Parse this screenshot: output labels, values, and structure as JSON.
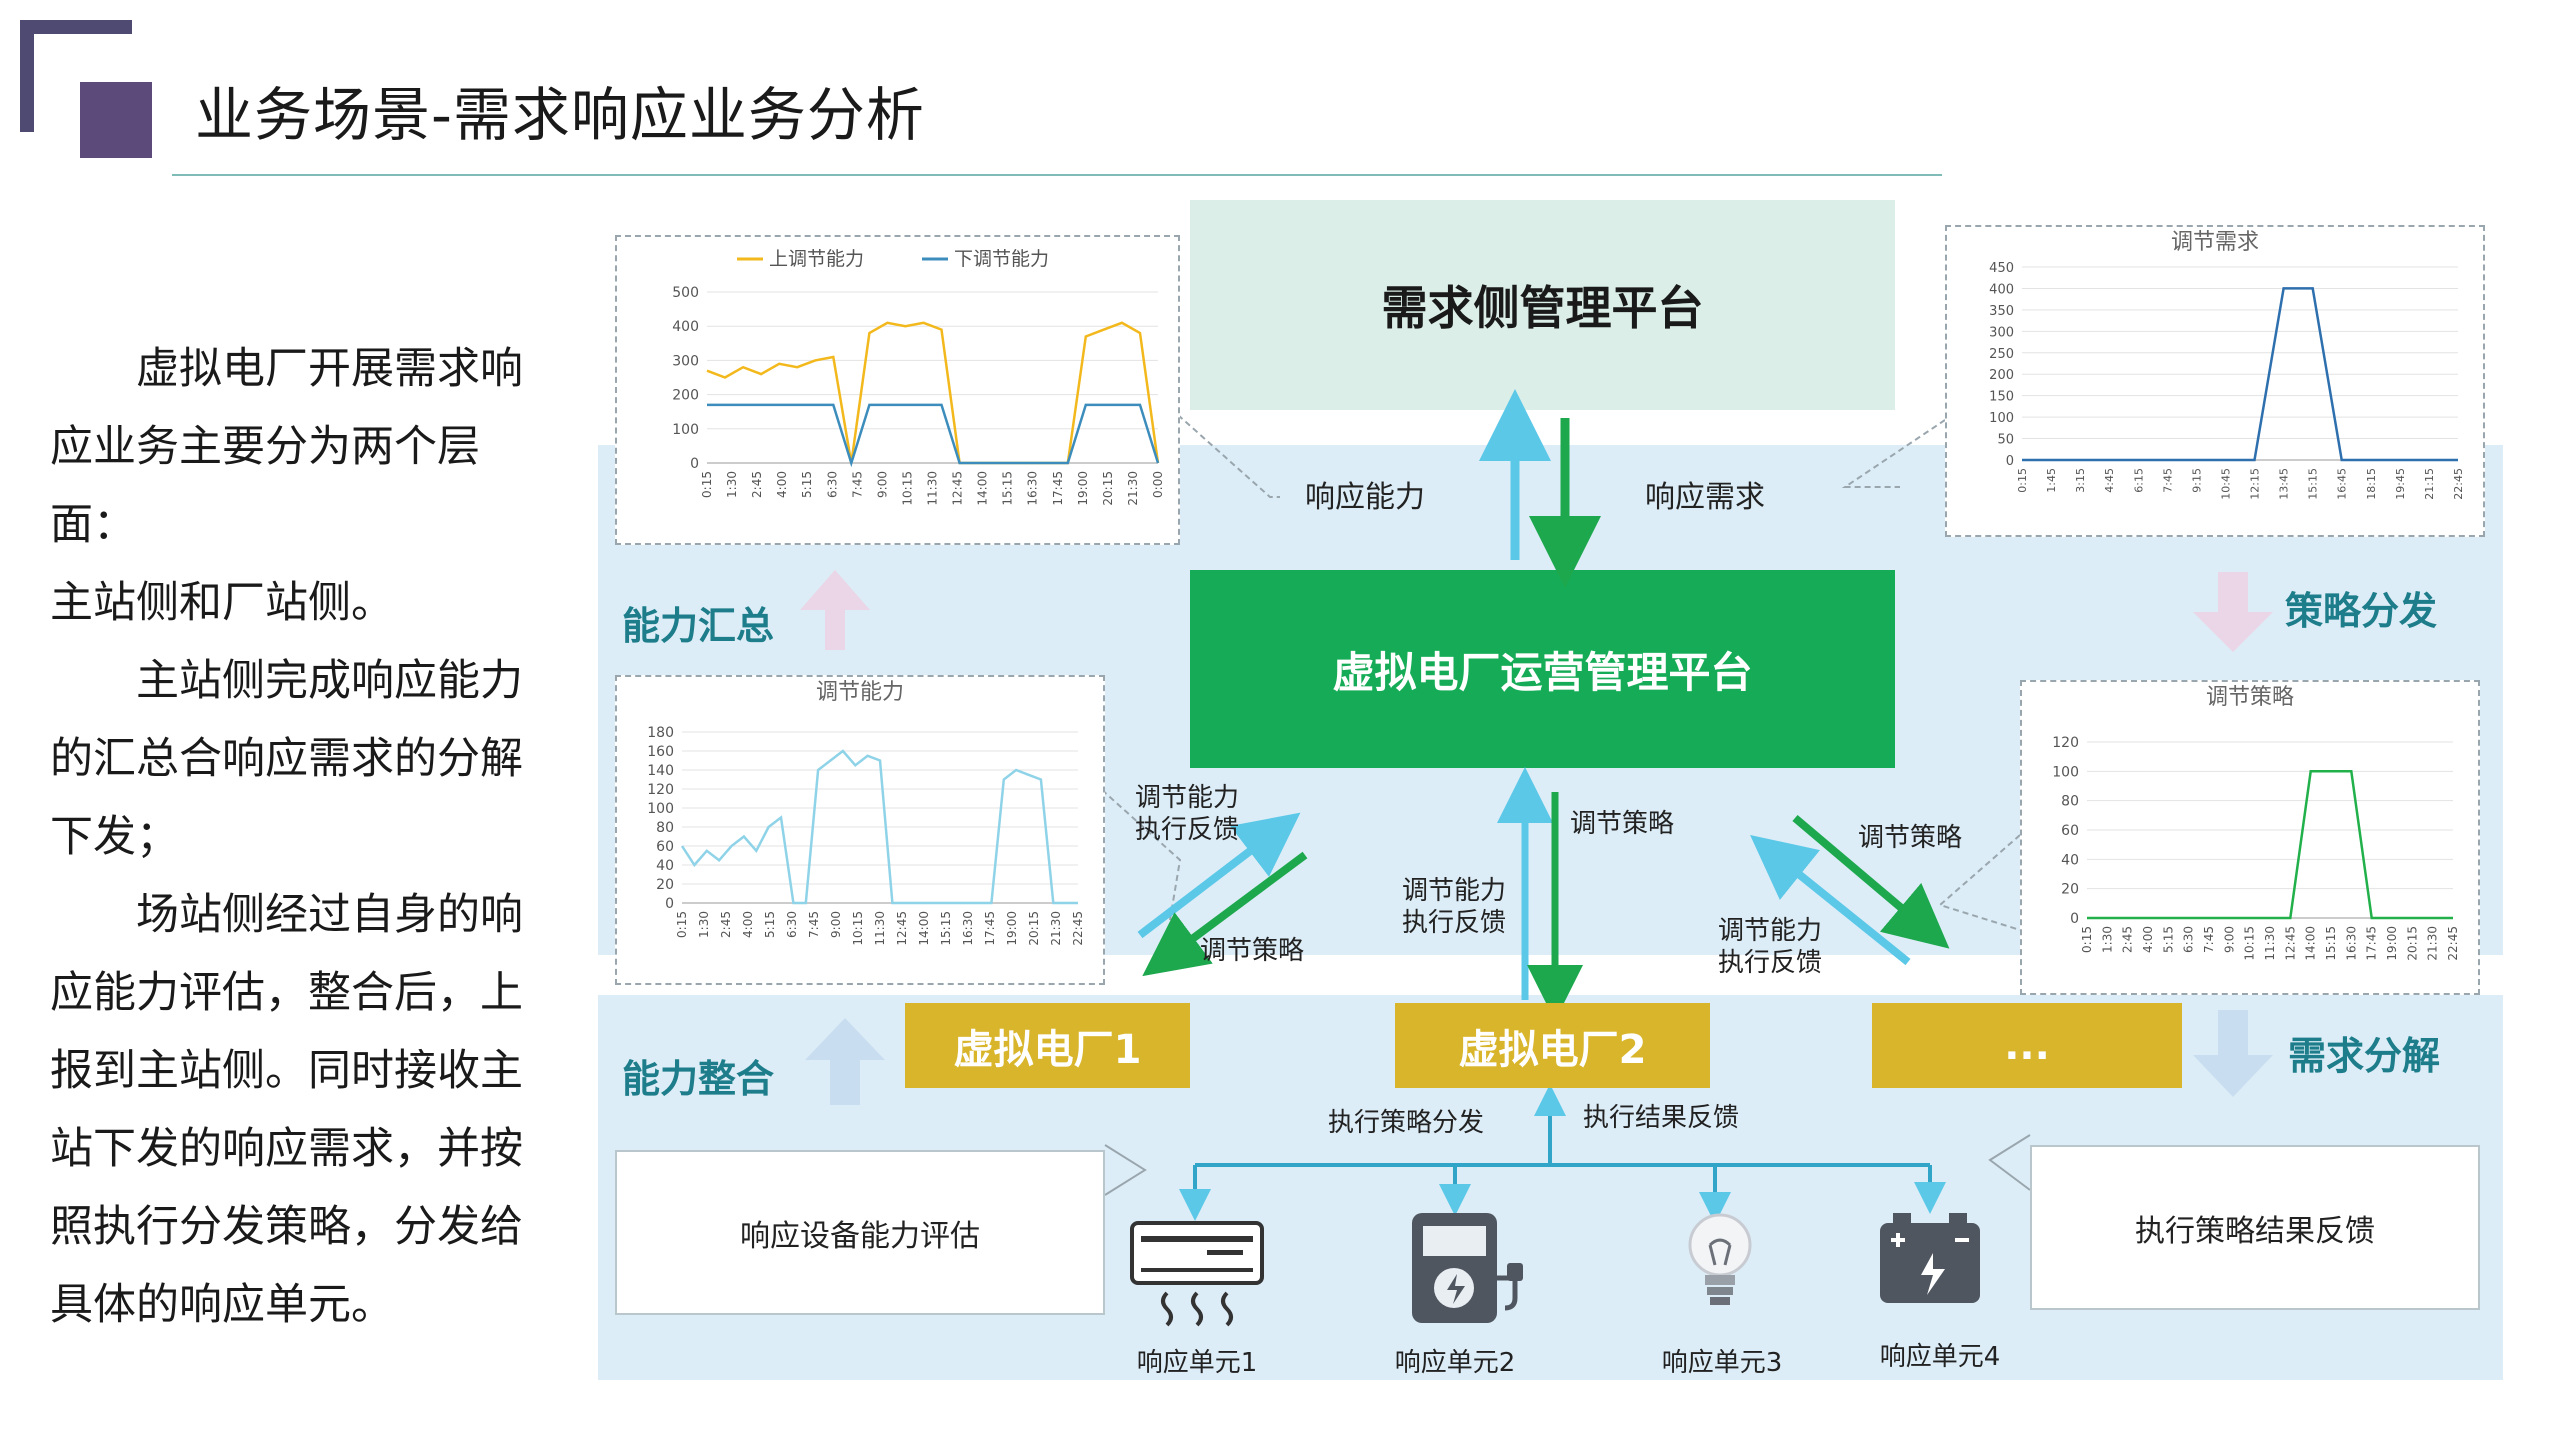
{
  "header": {
    "title": "业务场景-需求响应业务分析"
  },
  "sidebar": {
    "paragraphs": [
      "　　虚拟电厂开展需求响应业务主要分为两个层面：主站侧和厂站侧。",
      "　　主站侧完成响应能力的汇总合响应需求的分解下发；",
      "　　场站侧经过自身的响应能力评估，整合后，上报到主站侧。同时接收主站下发的响应需求，并按照执行分发策略，分发给具体的响应单元。"
    ],
    "lines": [
      "　　虚拟电厂开展需求响",
      "应业务主要分为两个层面：",
      "主站侧和厂站侧。",
      "　　主站侧完成响应能力",
      "的汇总合响应需求的分解",
      "下发；",
      "　　场站侧经过自身的响",
      "应能力评估，整合后，上",
      "报到主站侧。同时接收主",
      "站下发的响应需求，并按",
      "照执行分发策略，分发给",
      "具体的响应单元。"
    ]
  },
  "platforms": {
    "top": "需求侧管理平台",
    "middle": "虚拟电厂运营管理平台"
  },
  "flows": {
    "response_capacity": "响应能力",
    "response_demand": "响应需求",
    "capacity_summary": "能力汇总",
    "strategy_dispatch": "策略分发",
    "capacity_integration": "能力整合",
    "demand_decompose": "需求分解",
    "left_arrow_feedback": [
      "调节能力",
      "执行反馈"
    ],
    "left_arrow_strategy": "调节策略",
    "center_feedback": [
      "调节能力",
      "执行反馈"
    ],
    "center_strategy": "调节策略",
    "right_strategy": "调节策略",
    "right_feedback": [
      "调节能力",
      "执行反馈"
    ],
    "exec_dispatch": "执行策略分发",
    "exec_result": "执行结果反馈"
  },
  "vpps": [
    "虚拟电厂1",
    "虚拟电厂2",
    "..."
  ],
  "boxes": {
    "device_eval": "响应设备能力评估",
    "exec_result_feedback": "执行策略结果反馈"
  },
  "devices": [
    {
      "label": "响应单元1",
      "icon": "air-conditioner-icon"
    },
    {
      "label": "响应单元2",
      "icon": "ev-charger-icon"
    },
    {
      "label": "响应单元3",
      "icon": "light-bulb-icon"
    },
    {
      "label": "响应单元4",
      "icon": "battery-icon"
    }
  ],
  "chart_data": [
    {
      "id": "capacity-up-down",
      "type": "line",
      "title": "",
      "legend": [
        "上调节能力",
        "下调节能力"
      ],
      "ylim": [
        0,
        500
      ],
      "yticks": [
        0,
        100,
        200,
        300,
        400,
        500
      ],
      "categories": [
        "0:15",
        "1:30",
        "2:45",
        "4:00",
        "5:15",
        "6:30",
        "7:45",
        "9:00",
        "10:15",
        "11:30",
        "12:45",
        "14:00",
        "15:15",
        "16:30",
        "17:45",
        "19:00",
        "20:15",
        "21:30",
        "0:00"
      ],
      "series": [
        {
          "name": "上调节能力",
          "color": "#f2b81c",
          "values": [
            270,
            250,
            280,
            260,
            290,
            280,
            300,
            310,
            0,
            380,
            410,
            400,
            410,
            390,
            0,
            0,
            0,
            0,
            0,
            0,
            0,
            370,
            390,
            410,
            380,
            0
          ]
        },
        {
          "name": "下调节能力",
          "color": "#3c8dbc",
          "values": [
            170,
            170,
            170,
            170,
            170,
            170,
            170,
            170,
            0,
            170,
            170,
            170,
            170,
            170,
            0,
            0,
            0,
            0,
            0,
            0,
            0,
            170,
            170,
            170,
            170,
            0
          ]
        }
      ]
    },
    {
      "id": "demand",
      "type": "line",
      "title": "调节需求",
      "ylim": [
        0,
        450
      ],
      "yticks": [
        0,
        50,
        100,
        150,
        200,
        250,
        300,
        350,
        400,
        450
      ],
      "categories": [
        "0:15",
        "1:45",
        "3:15",
        "4:45",
        "6:15",
        "7:45",
        "9:15",
        "10:45",
        "12:15",
        "13:45",
        "15:15",
        "16:45",
        "18:15",
        "19:45",
        "21:15",
        "22:45"
      ],
      "series": [
        {
          "name": "",
          "color": "#2e6fae",
          "values": [
            0,
            0,
            0,
            0,
            0,
            0,
            0,
            0,
            0,
            400,
            400,
            0,
            0,
            0,
            0,
            0
          ]
        }
      ]
    },
    {
      "id": "capacity",
      "type": "line",
      "title": "调节能力",
      "ylim": [
        0,
        180
      ],
      "yticks": [
        0,
        20,
        40,
        60,
        80,
        100,
        120,
        140,
        160,
        180
      ],
      "categories": [
        "0:15",
        "1:30",
        "2:45",
        "4:00",
        "5:15",
        "6:30",
        "7:45",
        "9:00",
        "10:15",
        "11:30",
        "12:45",
        "14:00",
        "15:15",
        "16:30",
        "17:45",
        "19:00",
        "20:15",
        "21:30",
        "22:45"
      ],
      "series": [
        {
          "name": "",
          "color": "#8fd3e8",
          "values": [
            60,
            40,
            55,
            45,
            60,
            70,
            55,
            80,
            90,
            0,
            0,
            140,
            150,
            160,
            145,
            155,
            150,
            0,
            0,
            0,
            0,
            0,
            0,
            0,
            0,
            0,
            130,
            140,
            135,
            130,
            0,
            0,
            0
          ]
        }
      ]
    },
    {
      "id": "strategy",
      "type": "line",
      "title": "调节策略",
      "ylim": [
        0,
        120
      ],
      "yticks": [
        0,
        20,
        40,
        60,
        80,
        100,
        120
      ],
      "categories": [
        "0:15",
        "1:30",
        "2:45",
        "4:00",
        "5:15",
        "6:30",
        "7:45",
        "9:00",
        "10:15",
        "11:30",
        "12:45",
        "14:00",
        "15:15",
        "16:30",
        "17:45",
        "19:00",
        "20:15",
        "21:30",
        "22:45"
      ],
      "series": [
        {
          "name": "",
          "color": "#22b04b",
          "values": [
            0,
            0,
            0,
            0,
            0,
            0,
            0,
            0,
            0,
            0,
            0,
            100,
            100,
            100,
            0,
            0,
            0,
            0,
            0
          ]
        }
      ]
    }
  ],
  "colors": {
    "band": "#dcedf7",
    "green_platform": "#16ac57",
    "vpp_gold": "#d9b52c",
    "arrow_cyan": "#5bc8e8",
    "arrow_green": "#1da84e",
    "teal_text": "#1e7d8a"
  }
}
